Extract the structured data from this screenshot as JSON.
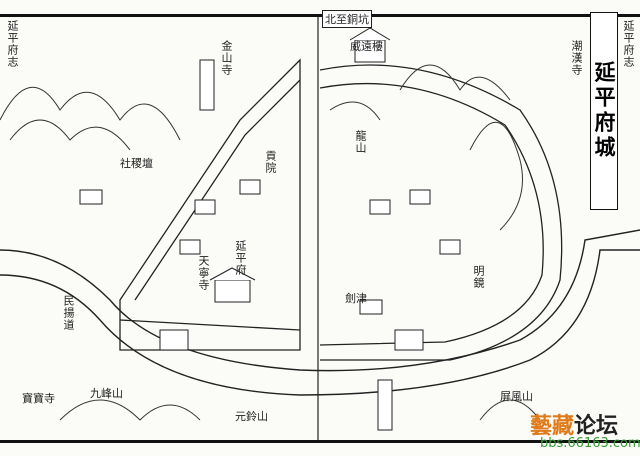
{
  "map": {
    "title": "延平府城",
    "side_text_right": "延平府志",
    "side_text_left": "延平府志",
    "top_label": "北至銅坑",
    "labels": {
      "gate_tower": "威遠樓",
      "dragon_hill": "龍山",
      "nine_peak": "九峰山",
      "gold_hill": "金山寺",
      "temple_right": "潮漢寺",
      "yuan_mountain": "元鈴山",
      "baobao_temple": "寶寶寺",
      "sheji": "社稷壇",
      "yamen": "延平府",
      "tianning": "天寧寺",
      "gongyuan": "貢院",
      "jianjin": "劍津",
      "mingjing": "明鏡",
      "fengping": "屏風山",
      "minjiang": "民揚道"
    }
  },
  "watermark": {
    "name_colored": "藝藏",
    "name_dark": "论坛",
    "url": "bbs.66163.com"
  }
}
